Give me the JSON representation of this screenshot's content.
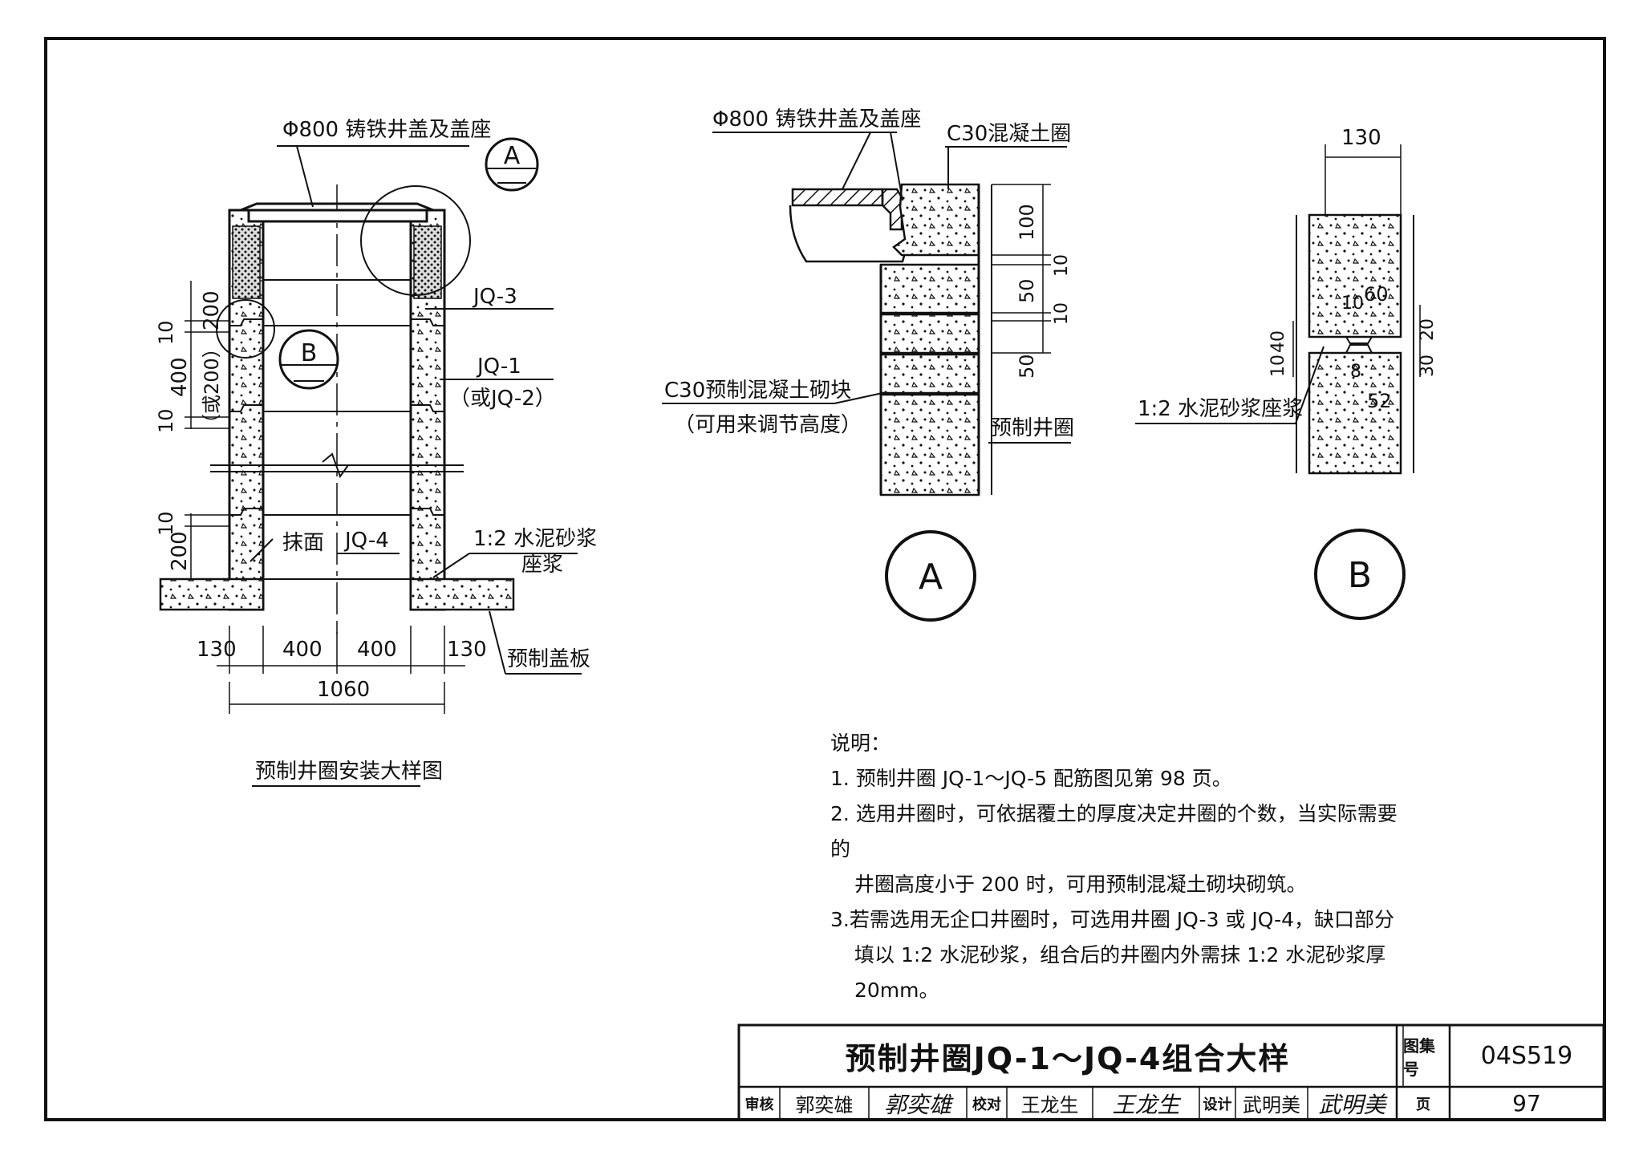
{
  "left_detail": {
    "cover_label": "Φ800 铸铁井盖及盖座",
    "callout_a": "A",
    "callout_b": "B",
    "jq3": "JQ-3",
    "jq1": "JQ-1",
    "jq1_alt": "（或JQ-2）",
    "jq4": "JQ-4",
    "plaster": "抹面",
    "mortar": "1:2 水泥砂浆",
    "mortar2": "座浆",
    "cover_plate": "预制盖板",
    "dim_200": "200",
    "dim_or200": "（或200）",
    "dim_10a": "10",
    "dim_400": "400",
    "dim_10b": "10",
    "dim_10c": "10",
    "dim_200b": "200",
    "dim_130a": "130",
    "dim_400a": "400",
    "dim_400b": "400",
    "dim_130b": "130",
    "dim_1060": "1060",
    "caption": "预制井圈安装大样图"
  },
  "detail_a": {
    "cover_label": "Φ800 铸铁井盖及盖座",
    "concrete_ring": "C30混凝土圈",
    "block": "C30预制混凝土砌块",
    "block_note": "（可用来调节高度）",
    "precast_ring": "预制井圈",
    "dim_100": "100",
    "dim_10a": "10",
    "dim_50a": "50",
    "dim_10b": "10",
    "dim_50b": "50",
    "marker": "A"
  },
  "detail_b": {
    "dim_130": "130",
    "dim_10": "10",
    "dim_60": "60",
    "dim_40": "40",
    "dim_10b": "10",
    "dim_20": "20",
    "dim_30": "30",
    "dim_8": "8",
    "dim_52": "52",
    "mortar_label": "1:2 水泥砂浆座浆",
    "marker": "B"
  },
  "notes": {
    "head": "说明：",
    "n1": "1. 预制井圈 JQ-1～JQ-5 配筋图见第 98 页。",
    "n2a": "2. 选用井圈时，可依据覆土的厚度决定井圈的个数，当实际需要的",
    "n2b": "井圈高度小于 200 时，可用预制混凝土砌块砌筑。",
    "n3a": "3.若需选用无企口井圈时，可选用井圈 JQ-3 或 JQ-4，缺口部分",
    "n3b": "填以 1:2 水泥砂浆，组合后的井圈内外需抹 1:2 水泥砂浆厚20mm。"
  },
  "title_block": {
    "title": "预制井圈JQ-1～JQ-4组合大样",
    "set_label": "图集号",
    "set_no": "04S519",
    "review_label": "审核",
    "reviewer": "郭奕雄",
    "reviewer_sig": "郭奕雄",
    "check_label": "校对",
    "checker": "王龙生",
    "checker_sig": "王龙生",
    "design_label": "设计",
    "designer": "武明美",
    "designer_sig": "武明美",
    "page_label": "页",
    "page_no": "97"
  }
}
